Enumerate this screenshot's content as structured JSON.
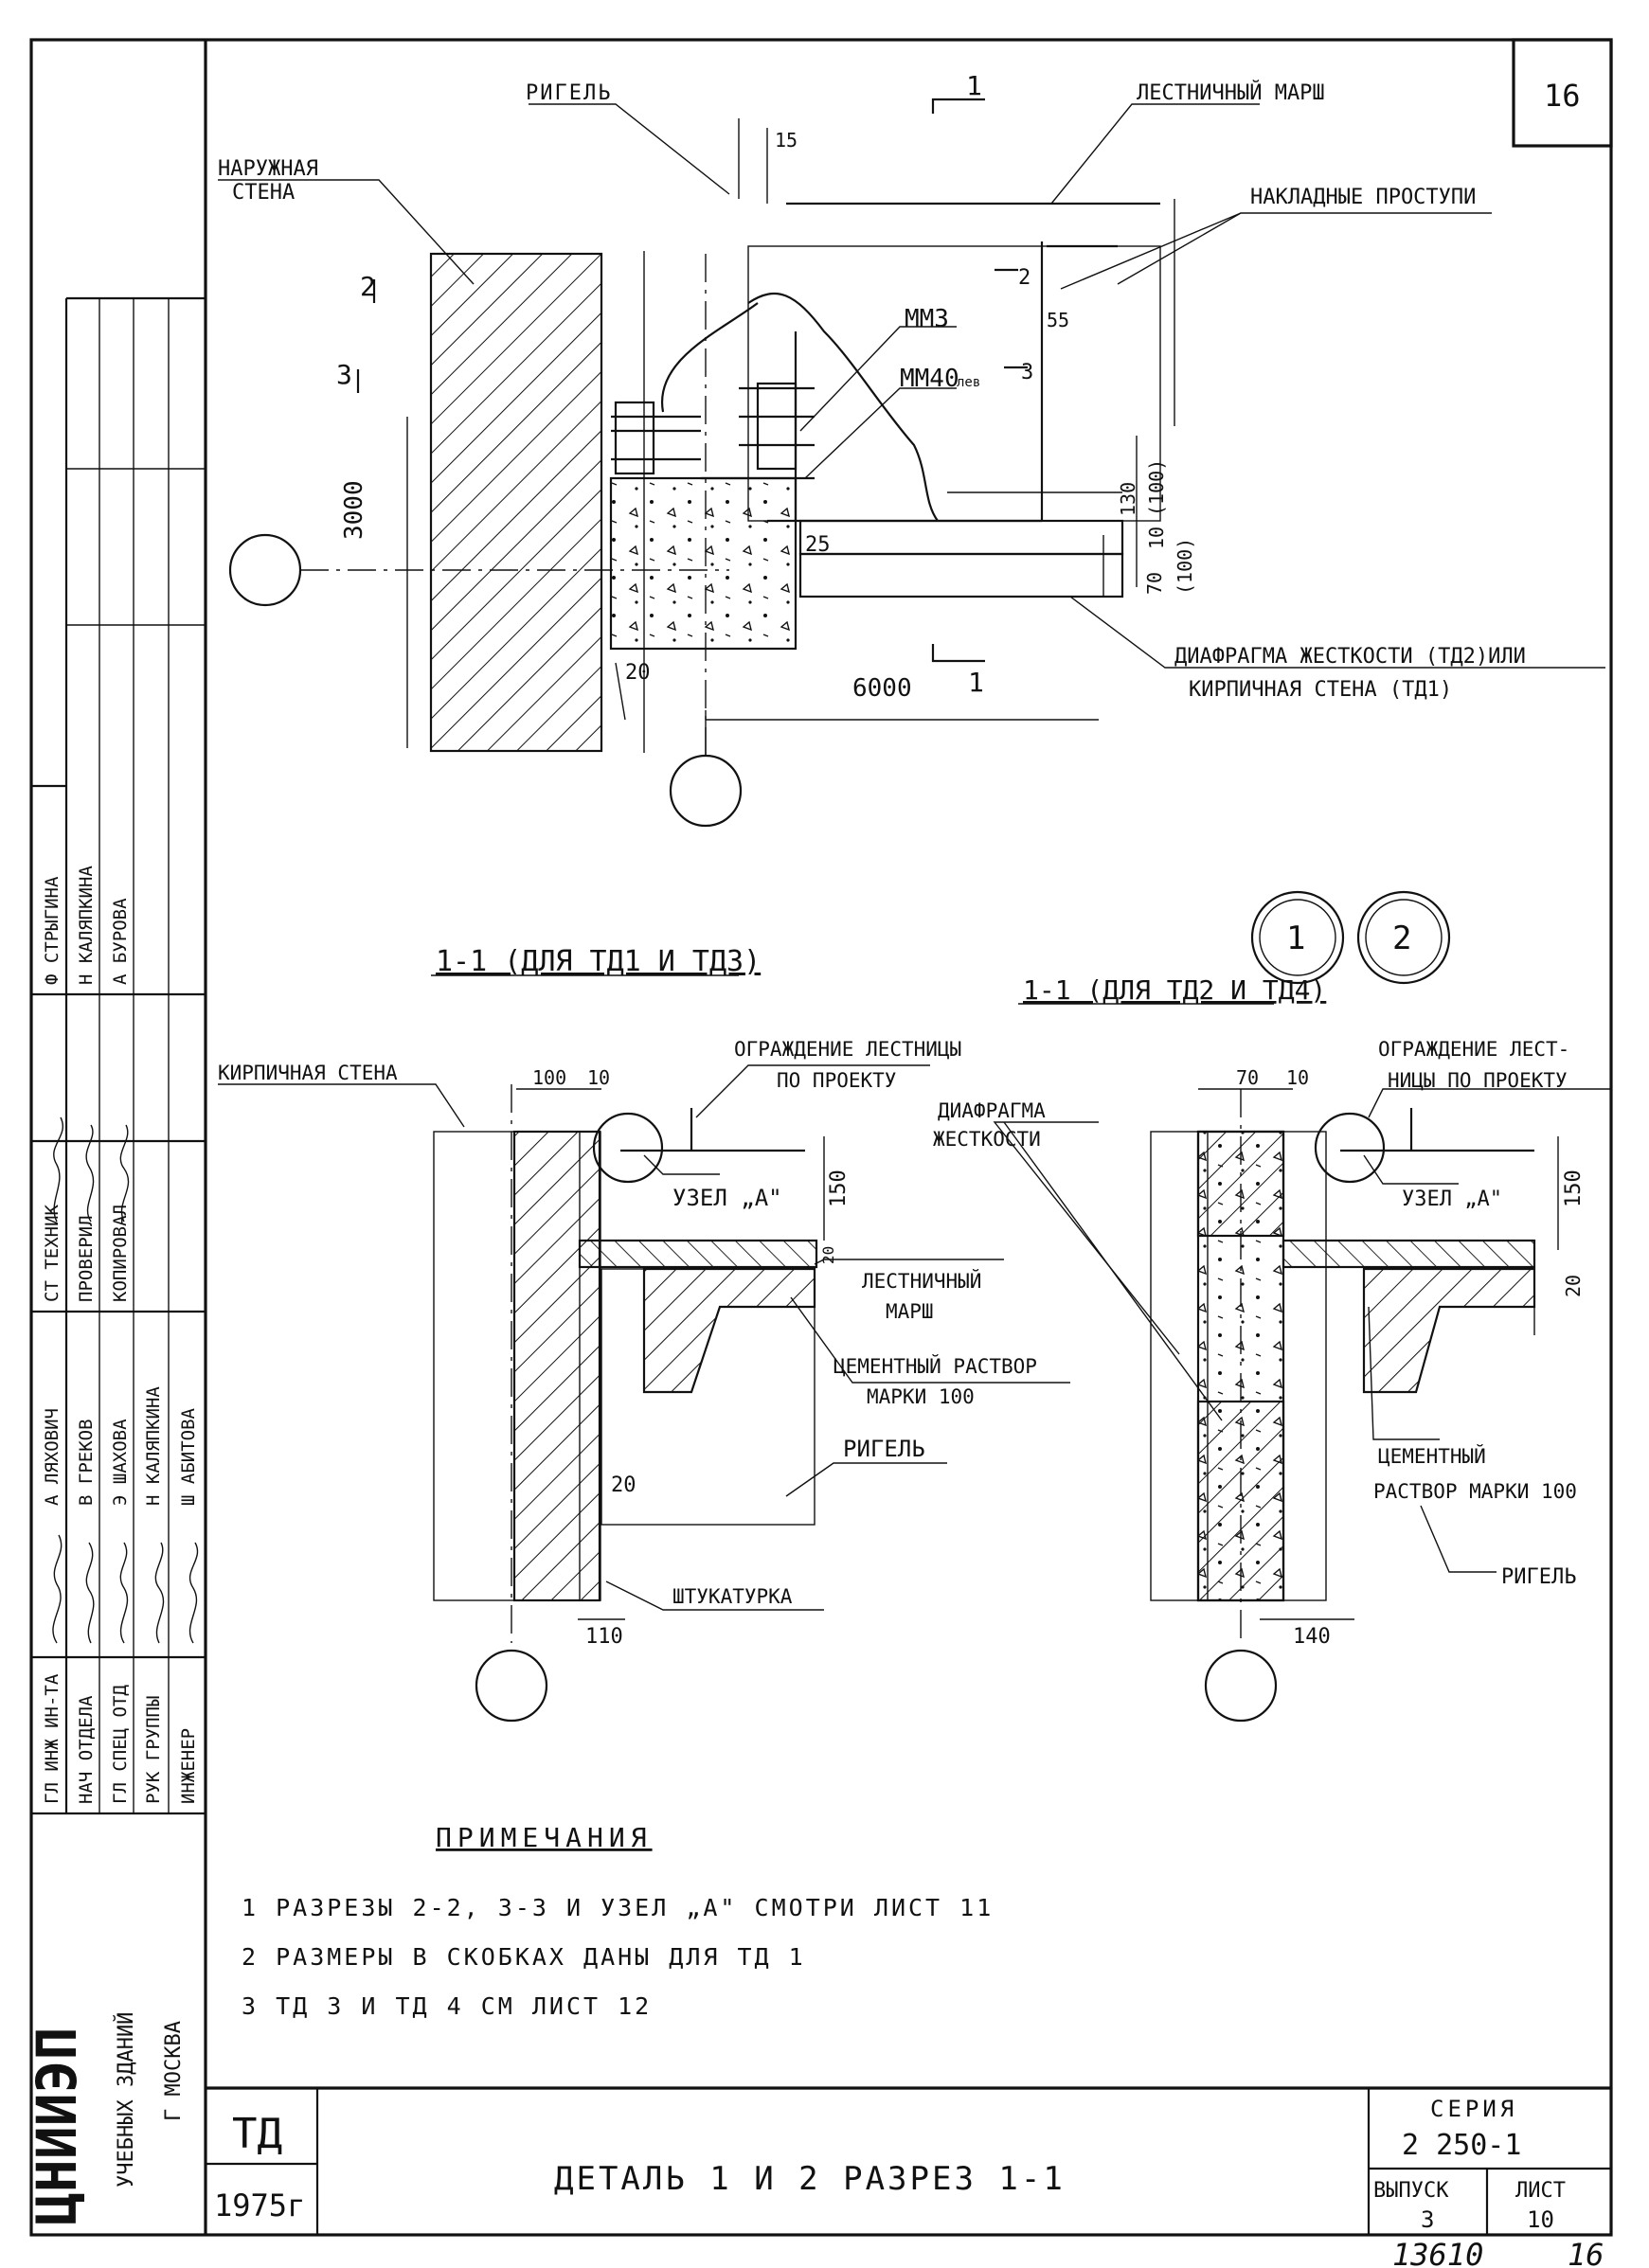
{
  "sheet": {
    "corner_number": "16",
    "bottom_handwritten_number": "13610",
    "bottom_handwritten_page": "16"
  },
  "top_detail": {
    "labels": {
      "rigel": "РИГЕЛЬ",
      "outer_wall_1": "НАРУЖНАЯ",
      "outer_wall_2": "СТЕНА",
      "stair_flight": "ЛЕСТНИЧНЫЙ МАРШ",
      "overlay_treads": "НАКЛАДНЫЕ ПРОСТУПИ",
      "mm3": "ММЗ",
      "mm40": "ММ40",
      "mm40_sub": "лев",
      "diaphragm_1": "ДИАФРАГМА ЖЕСТКОСТИ (ТД2)ИЛИ",
      "diaphragm_2": "КИРПИЧНАЯ СТЕНА (ТД1)"
    },
    "section_marks": {
      "s1_top": "1",
      "s1_bottom": "1",
      "s2_left": "2",
      "s3_left": "3",
      "s2_right": "2",
      "s3_right": "3"
    },
    "dims": {
      "d15": "15",
      "d55": "55",
      "d130": "130",
      "d100a": "(100)",
      "d10": "10",
      "d70": "70",
      "d100b": "(100)",
      "d25": "25",
      "d20": "20",
      "d3000": "3000",
      "d6000": "6000"
    }
  },
  "detail_circles": {
    "c1": "1",
    "c2": "2"
  },
  "section_left": {
    "title": "1-1 (ДЛЯ ТД1 И ТД3)",
    "brick_wall": "КИРПИЧНАЯ СТЕНА",
    "railing_1": "ОГРАЖДЕНИЕ ЛЕСТНИЦЫ",
    "railing_2": "ПО ПРОЕКТУ",
    "node_a": "УЗЕЛ „А\"",
    "stair_1": "ЛЕСТНИЧНЫЙ",
    "stair_2": "МАРШ",
    "mortar_1": "ЦЕМЕНТНЫЙ РАСТВОР",
    "mortar_2": "МАРКИ 100",
    "rigel": "РИГЕЛЬ",
    "plaster": "ШТУКАТУРКА",
    "d100": "100",
    "d10": "10",
    "d150": "150",
    "d20a": "20",
    "d20b": "20",
    "d110": "110"
  },
  "section_right": {
    "title": "1-1 (ДЛЯ ТД2 И ТД4)",
    "railing_1": "ОГРАЖДЕНИЕ ЛЕСТ-",
    "railing_2": "НИЦЫ ПО ПРОЕКТУ",
    "diaphragm_1": "ДИАФРАГМА",
    "diaphragm_2": "ЖЕСТКОСТИ",
    "node_a": "УЗЕЛ „А\"",
    "mortar_1": "ЦЕМЕНТНЫЙ",
    "mortar_2": "РАСТВОР МАРКИ 100",
    "rigel": "РИГЕЛЬ",
    "d70": "70",
    "d10": "10",
    "d150": "150",
    "d20": "20",
    "d140": "140"
  },
  "notes": {
    "heading": "ПРИМЕЧАНИЯ",
    "items": [
      "1 РАЗРЕЗЫ 2-2, 3-3 И УЗЕЛ „А\" СМОТРИ ЛИСТ 11",
      "2 РАЗМЕРЫ В СКОБКАХ ДАНЫ ДЛЯ ТД 1",
      "3 ТД 3 И ТД 4    СМ   ЛИСТ   12"
    ]
  },
  "left_strip": {
    "top_rows": [
      [
        "Ф СТРЫГИНА",
        "Н КАЛЯПКИНА",
        "А БУРОВА"
      ],
      [
        "СТ ТЕХНИК",
        "ПРОВЕРИЛ",
        "КОПИРОВАЛ"
      ]
    ],
    "staff_names": [
      "А ЛЯХОВИЧ",
      "В ГРЕКОВ",
      "Э ШАХОВА",
      "Н КАЛЯПКИНА",
      "Ш АБИТОВА"
    ],
    "staff_roles": [
      "ГЛ ИНЖ ИН-ТА",
      "НАЧ ОТДЕЛА",
      "ГЛ СПЕЦ ОТД",
      "РУК ГРУППЫ",
      "ИНЖЕНЕР"
    ],
    "org_logo": "ЦНИИЭП",
    "org_line1": "УЧЕБНЫХ ЗДАНИЙ",
    "org_line2": "Г МОСКВА"
  },
  "title_block": {
    "code": "ТД",
    "year": "1975г",
    "title": "ДЕТАЛЬ 1 И 2  РАЗРЕЗ  1-1",
    "series_label": "СЕРИЯ",
    "series_value": "2 250-1",
    "issue_label": "ВЫПУСК",
    "issue_value": "3",
    "sheet_label": "ЛИСТ",
    "sheet_value": "10"
  }
}
